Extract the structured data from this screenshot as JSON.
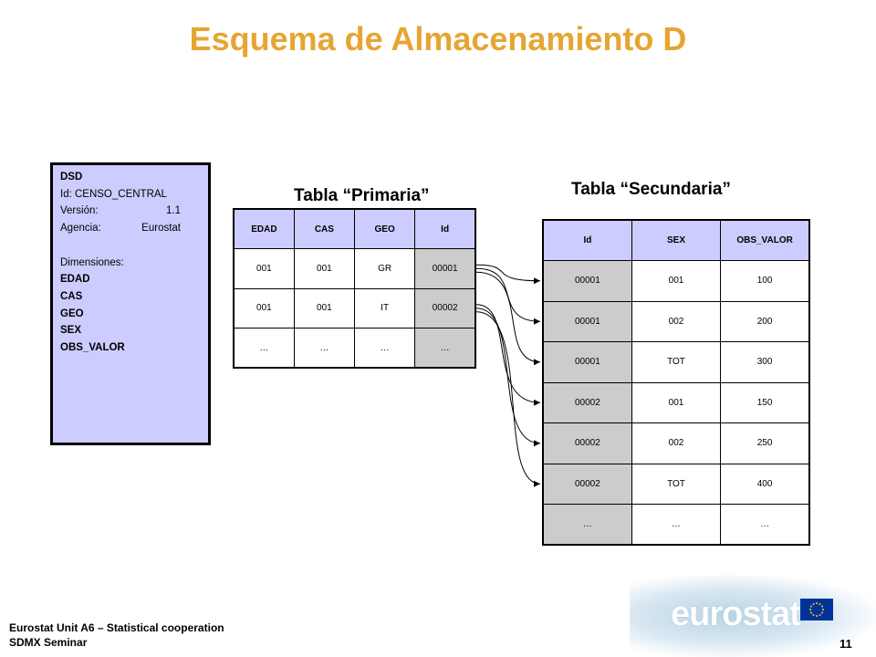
{
  "title": "Esquema de Almacenamiento D",
  "dsd": {
    "heading": "DSD",
    "id_line": "Id: CENSO_CENTRAL",
    "version_label": "Versión:",
    "version_value": "1.1",
    "agency_label": "Agencia:",
    "agency_value": "Eurostat",
    "dims_heading": "Dimensiones:",
    "dimensions": [
      "EDAD",
      "CAS",
      "GEO",
      "SEX",
      "OBS_VALOR"
    ]
  },
  "primary_label": "Tabla “Primaria”",
  "secondary_label": "Tabla “Secundaria”",
  "primary_table": {
    "columns": [
      "EDAD",
      "CAS",
      "GEO",
      "Id"
    ],
    "rows": [
      [
        "001",
        "001",
        "GR",
        "00001"
      ],
      [
        "001",
        "001",
        "IT",
        "00002"
      ],
      [
        "…",
        "…",
        "…",
        "…"
      ]
    ]
  },
  "secondary_table": {
    "columns": [
      "Id",
      "SEX",
      "OBS_VALOR"
    ],
    "rows": [
      [
        "00001",
        "001",
        "100"
      ],
      [
        "00001",
        "002",
        "200"
      ],
      [
        "00001",
        "TOT",
        "300"
      ],
      [
        "00002",
        "001",
        "150"
      ],
      [
        "00002",
        "002",
        "250"
      ],
      [
        "00002",
        "TOT",
        "400"
      ],
      [
        "…",
        "…",
        "…"
      ]
    ]
  },
  "links": [
    {
      "from_row": 0,
      "to_rows": [
        0,
        1,
        2
      ]
    },
    {
      "from_row": 1,
      "to_rows": [
        3,
        4,
        5
      ]
    }
  ],
  "footer": {
    "line1": "Eurostat Unit A6 – Statistical cooperation",
    "line2": "SDMX Seminar",
    "page": "11"
  },
  "logo_text": "eurostat",
  "colors": {
    "title": "#e6a532",
    "header_fill": "#ccccff",
    "id_fill": "#cccccc",
    "flag_blue": "#003399",
    "flag_star": "#ffcc00"
  }
}
